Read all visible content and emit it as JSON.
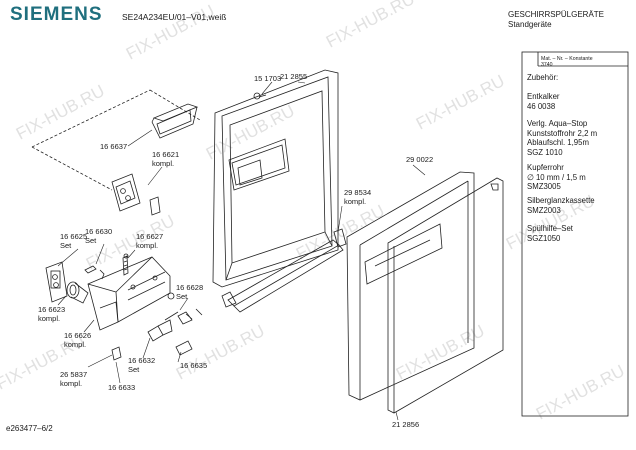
{
  "header": {
    "brand": "SIEMENS",
    "model": "SE24A234EU/01–V01,weiß",
    "category_line1": "GESCHIRRSPÜLGERÄTE",
    "category_line2": "Standgeräte"
  },
  "side_panel": {
    "matnr_line1": "Mat. – Nr. – Konstante",
    "matnr_line2": "3740",
    "zubehoer": "Zubehör:",
    "entkalker_name": "Entkalker",
    "entkalker_nr": "46 0038",
    "aqua_1": "Verlg. Aqua–Stop",
    "aqua_2": "Kunststoffrohr 2,2 m",
    "aqua_3": "Ablaufschl. 1,95m",
    "aqua_4": "SGZ 1010",
    "kupfer_1": "Kupferrohr",
    "kupfer_2": "∅ 10 mm / 1,5 m",
    "kupfer_3": "SMZ3005",
    "silber_1": "Silberglanzkassette",
    "silber_2": "SMZ2003",
    "spuel_1": "Spülhilfe–Set",
    "spuel_2": "SGZ1050"
  },
  "parts": {
    "p151703": "15 1703",
    "p212855": "21 2855",
    "p166637": "16 6637",
    "p166621_a": "16 6621",
    "p166621_b": "kompl.",
    "p290022": "29 0022",
    "p298534_a": "29 8534",
    "p298534_b": "kompl.",
    "p166625_a": "16 6625",
    "p166625_b": "Set",
    "p166630_a": "16 6630",
    "p166630_b": "Set",
    "p166627_a": "16 6627",
    "p166627_b": "kompl.",
    "p166623_a": "16 6623",
    "p166623_b": "kompl.",
    "p166628_a": "16 6628",
    "p166628_b": "Set",
    "p166626_a": "16 6626",
    "p166626_b": "kompl.",
    "p166632_a": "16 6632",
    "p166632_b": "Set",
    "p166635": "16 6635",
    "p265837_a": "26 5837",
    "p265837_b": "kompl.",
    "p166633": "16 6633",
    "p212856": "21 2856"
  },
  "footer": {
    "doc_id": "e263477–6/2"
  },
  "watermark": "FIX-HUB.RU"
}
